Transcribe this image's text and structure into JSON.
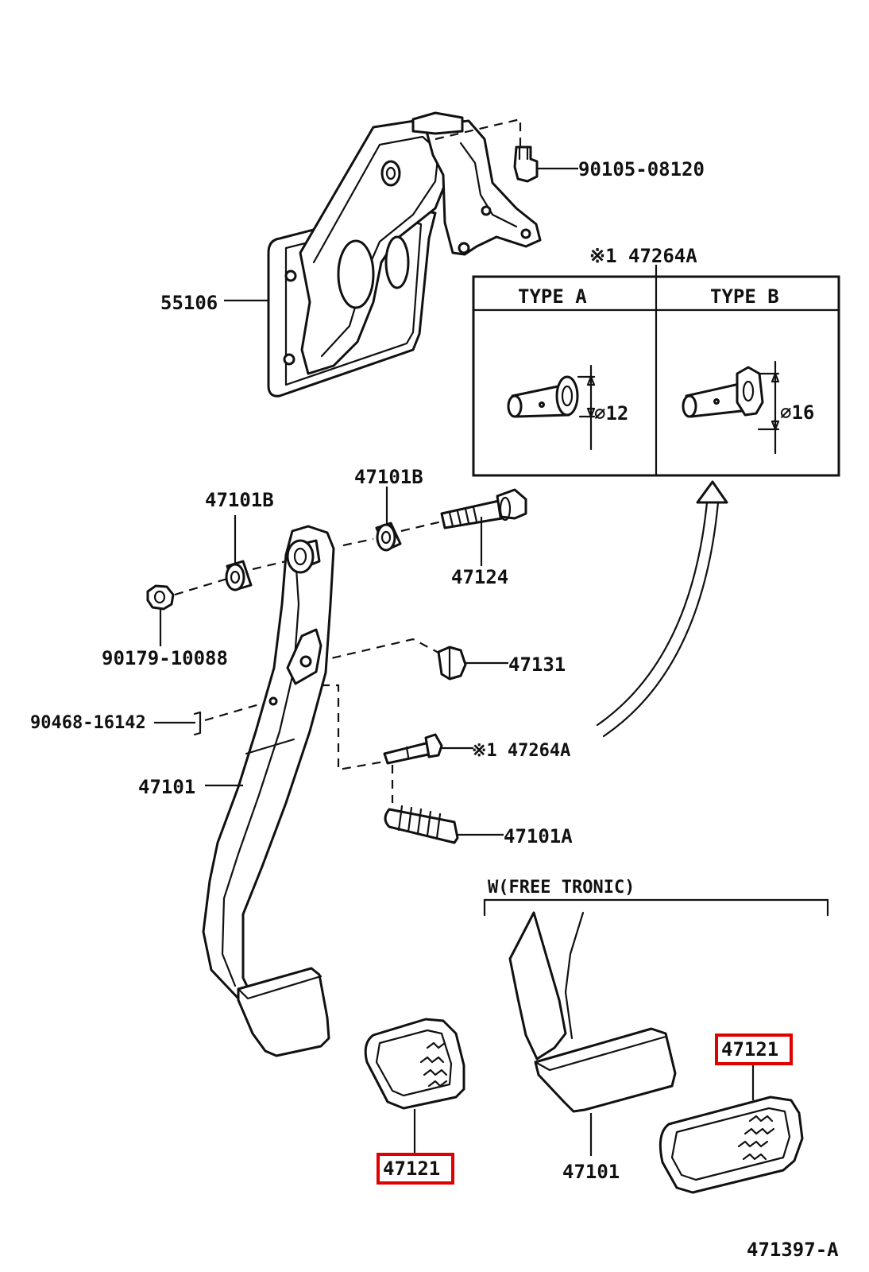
{
  "labels": {
    "bolt_top": "90105-08120",
    "support": "55106",
    "inset_title": "※1 47264A",
    "type_a": "TYPE A",
    "type_b": "TYPE B",
    "dia_a": "⌀12",
    "dia_b": "⌀16",
    "bushing_left": "47101B",
    "bushing_right": "47101B",
    "bolt_pivot": "47124",
    "nut": "90179-10088",
    "clevis_pin": "47131",
    "clip": "90468-16142",
    "pin_ref": "※1 47264A",
    "pedal": "47101",
    "spring": "47101A",
    "variant": "W(FREE TRONIC)",
    "pad_left": "47121",
    "pad_right": "47121",
    "pedal_variant": "47101",
    "drawing_no": "471397-A"
  },
  "colors": {
    "line": "#111111",
    "highlight": "#e00000",
    "background": "#ffffff"
  }
}
